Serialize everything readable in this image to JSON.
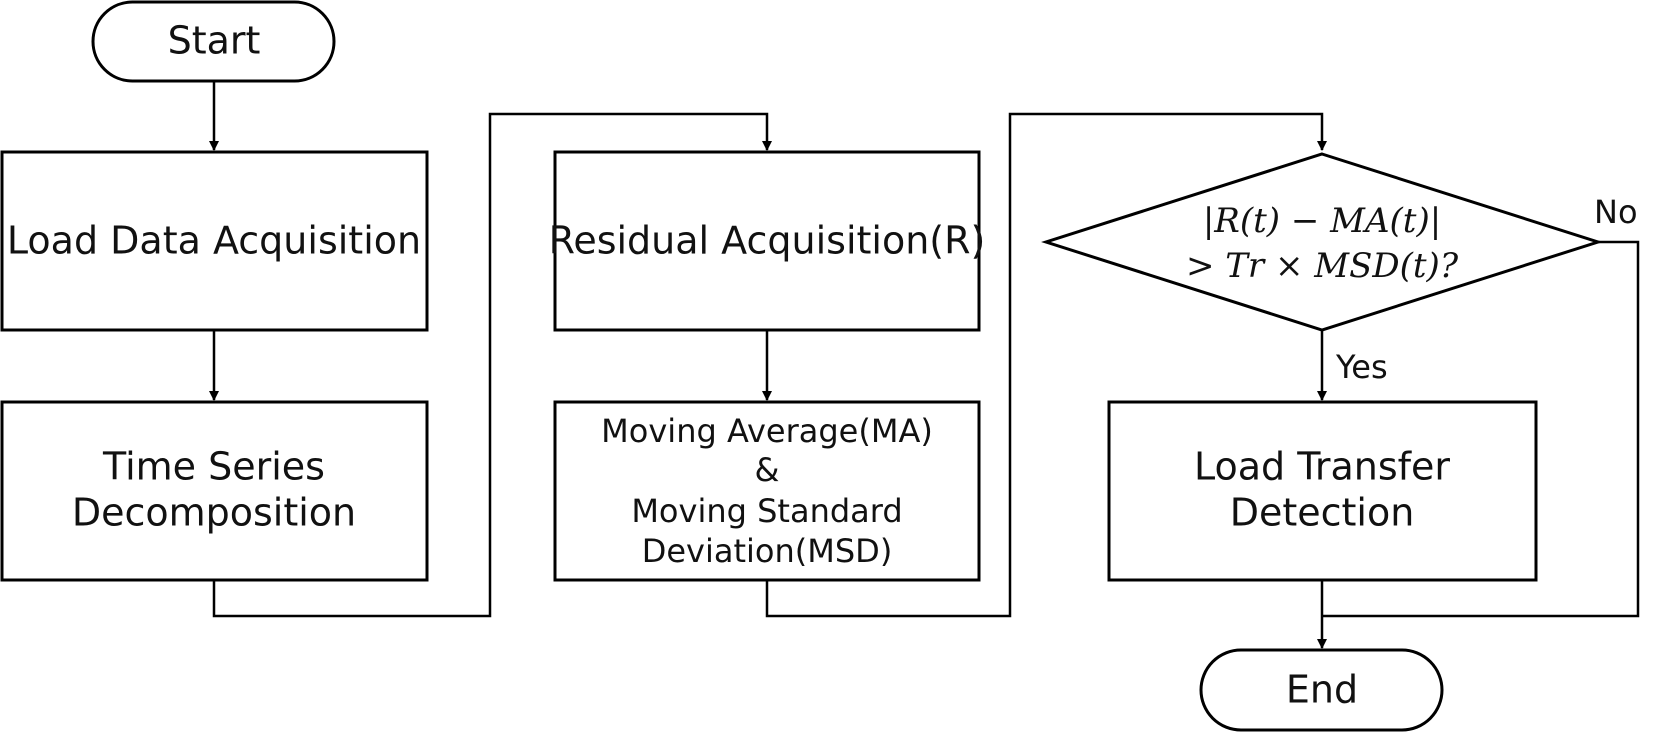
{
  "nodes": {
    "start": {
      "label": "Start"
    },
    "load_data": {
      "label": "Load Data Acquisition"
    },
    "decomposition": {
      "line1": "Time Series",
      "line2": "Decomposition"
    },
    "residual": {
      "label": "Residual Acquisition(R)"
    },
    "moving_stats": {
      "line1": "Moving Average(MA)",
      "line2": "&",
      "line3": "Moving Standard",
      "line4": "Deviation(MSD)"
    },
    "decision": {
      "line1": "|R(t) − MA(t)|",
      "line2": "> Tr × MSD(t)?"
    },
    "detection": {
      "line1": "Load Transfer",
      "line2": "Detection"
    },
    "end": {
      "label": "End"
    }
  },
  "edges": {
    "yes_label": "Yes",
    "no_label": "No"
  }
}
